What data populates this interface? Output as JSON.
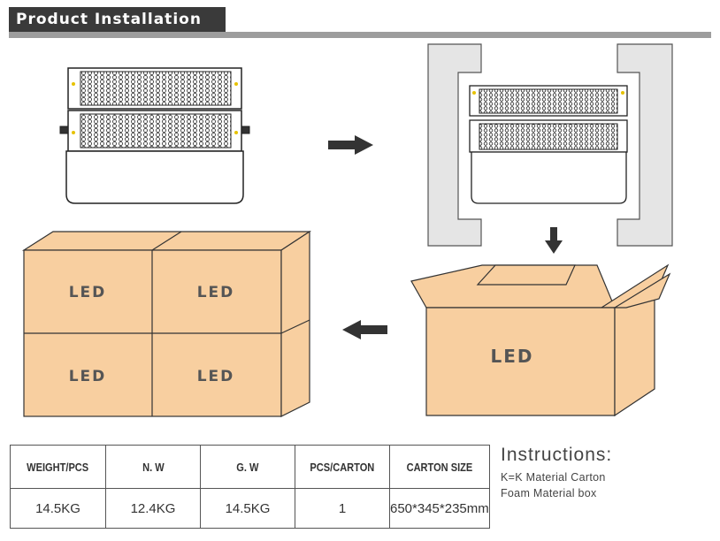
{
  "header": {
    "title": "Product Installation"
  },
  "boxes": {
    "label": "LED"
  },
  "spec_table": {
    "headers": [
      "WEIGHT/PCS",
      "N. W",
      "G. W",
      "PCS/CARTON",
      "CARTON SIZE"
    ],
    "values": [
      "14.5KG",
      "12.4KG",
      "14.5KG",
      "1",
      "650*345*235mm"
    ]
  },
  "instructions": {
    "title": "Instructions",
    "colon": ":",
    "lines": [
      "K=K Material Carton",
      "Foam Material box"
    ]
  },
  "colors": {
    "carton": "#f8cfa0",
    "foam": "#e5e5e5",
    "header_bar": "#3a3a3a",
    "rule": "#9d9d9d"
  }
}
